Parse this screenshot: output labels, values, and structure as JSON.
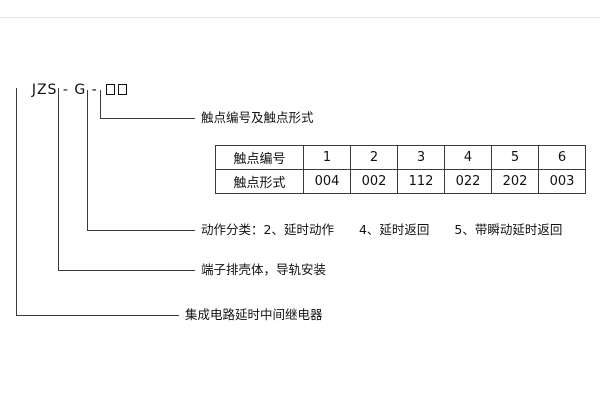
{
  "model_code": {
    "text": "JZS - G - ",
    "placeholder_box": "□"
  },
  "callouts": {
    "contact": "触点编号及触点形式",
    "action": "动作分类：2、延时动作　　4、延时返回　　5、带瞬动延时返回",
    "housing": "端子排壳体，导轨安装",
    "relay": "集成电路延时中间继电器"
  },
  "table": {
    "rows": [
      {
        "cells": [
          "触点编号",
          "1",
          "2",
          "3",
          "4",
          "5",
          "6"
        ]
      },
      {
        "cells": [
          "触点形式",
          "004",
          "002",
          "112",
          "022",
          "202",
          "003"
        ]
      }
    ]
  }
}
